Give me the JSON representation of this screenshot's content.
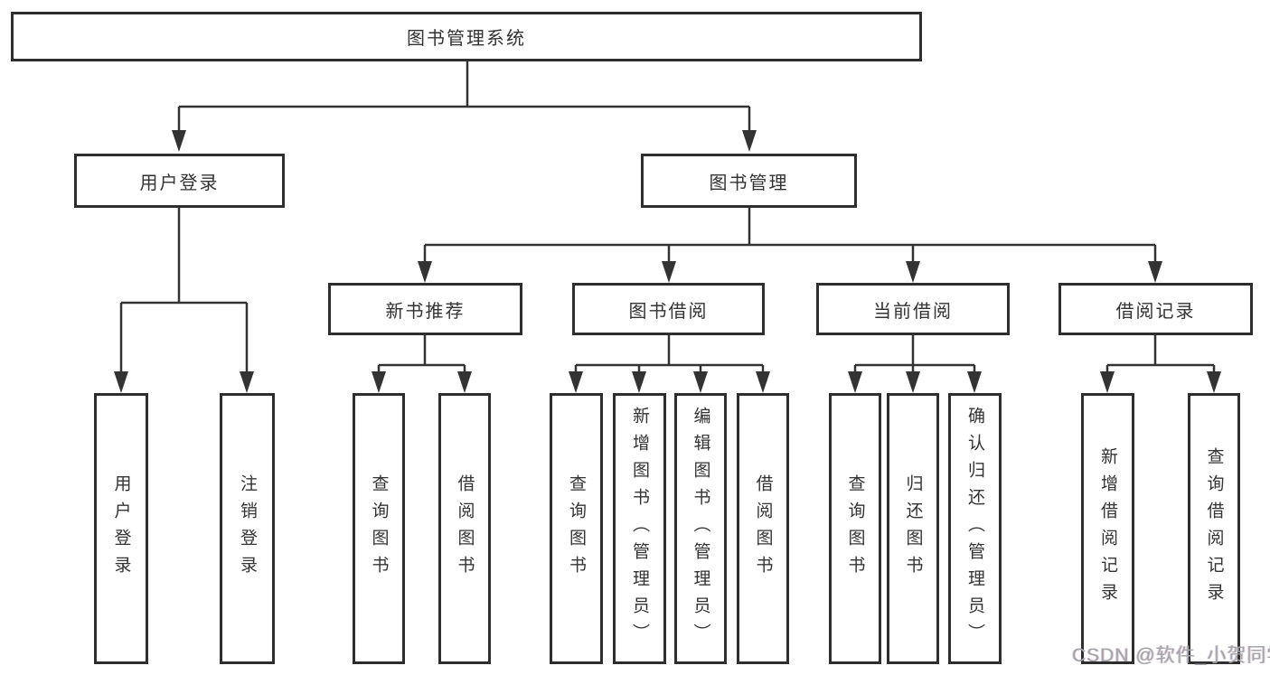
{
  "tree": {
    "root": "图书管理系统",
    "children": [
      {
        "label": "用户登录",
        "children": [
          "用户登录",
          "注销登录"
        ]
      },
      {
        "label": "图书管理",
        "children": [
          {
            "label": "新书推荐",
            "children": [
              "查询图书",
              "借阅图书"
            ]
          },
          {
            "label": "图书借阅",
            "children": [
              "查询图书",
              "新增图书（管理员）",
              "编辑图书（管理员）",
              "借阅图书"
            ]
          },
          {
            "label": "当前借阅",
            "children": [
              "查询图书",
              "归还图书",
              "确认归还（管理员）"
            ]
          },
          {
            "label": "借阅记录",
            "children": [
              "新增借阅记录",
              "查询借阅记录"
            ]
          }
        ]
      }
    ]
  },
  "watermark": {
    "text": "CSDN @软件_小贺同学"
  },
  "colors": {
    "line": "#333333",
    "box_border": "#2e2e2e",
    "text": "#333333",
    "watermark": "#a4a4a8",
    "background": "#ffffff"
  }
}
